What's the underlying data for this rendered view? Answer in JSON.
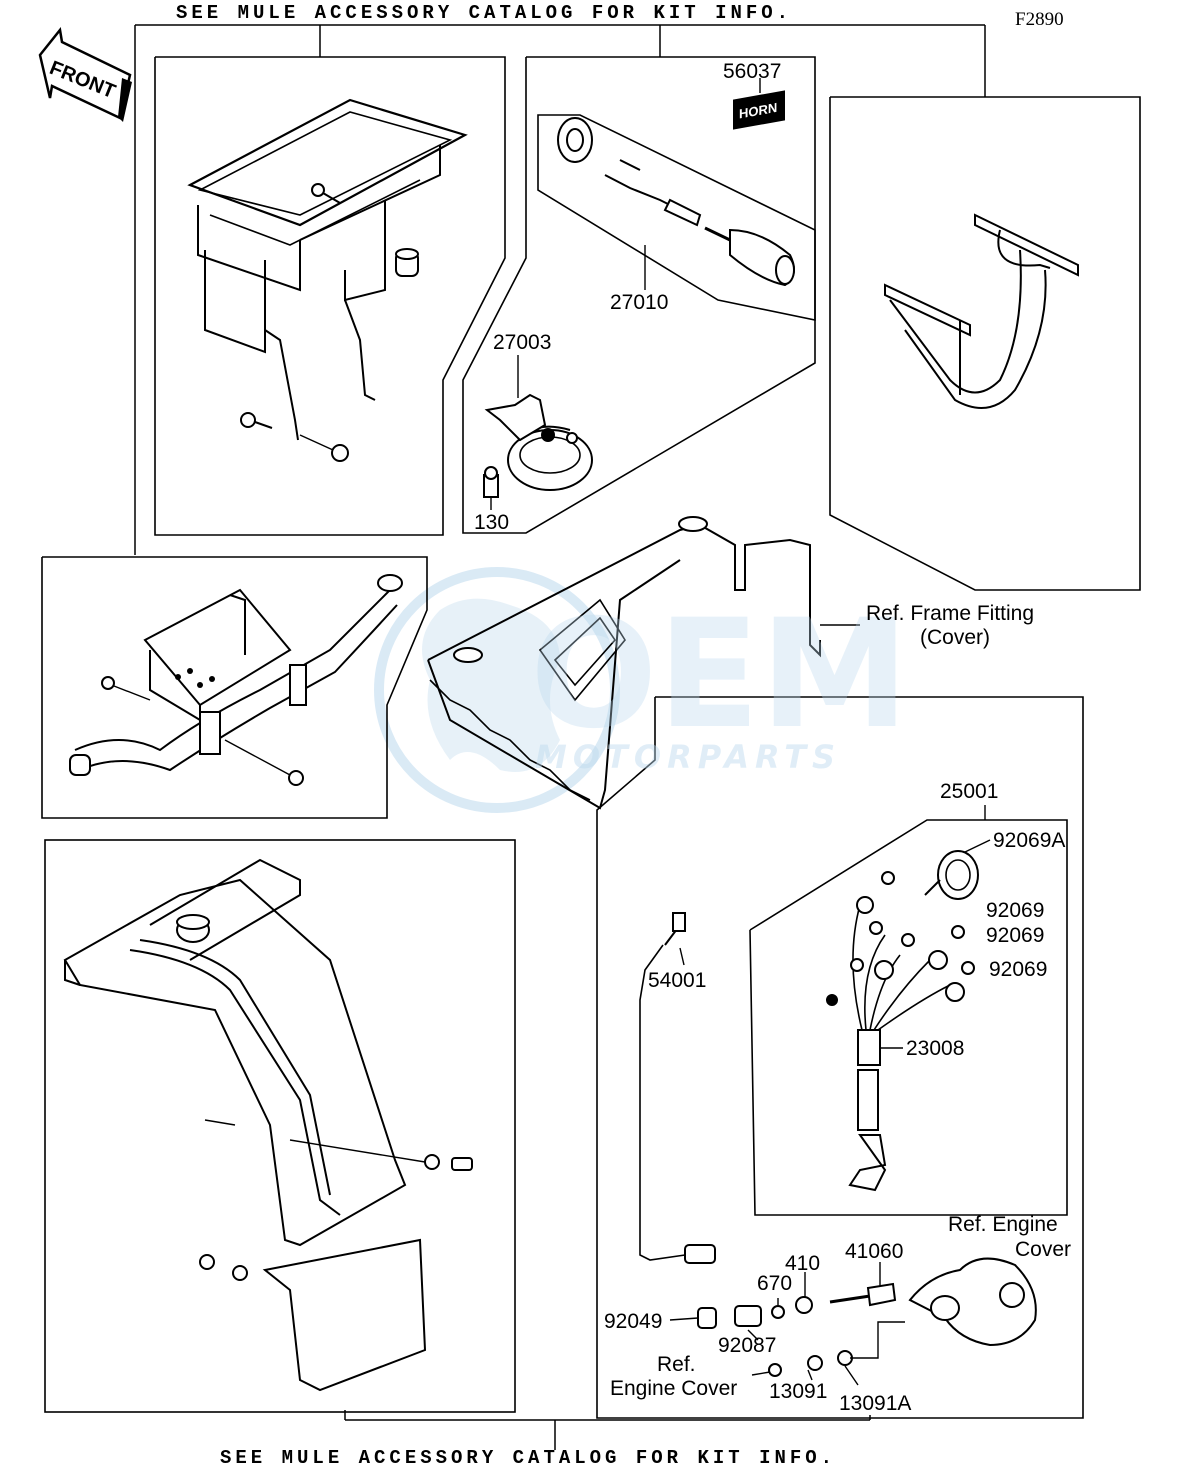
{
  "header_note": "SEE MULE ACCESSORY CATALOG FOR KIT INFO.",
  "footer_note": "SEE MULE ACCESSORY CATALOG FOR KIT INFO.",
  "figure_code": "F2890",
  "front_label": "FRONT",
  "horn_label": "HORN",
  "watermark": {
    "brand": "OEM",
    "sub": "MOTORPARTS",
    "color": "#bcd9ee"
  },
  "parts": {
    "p56037": "56037",
    "p27010": "27010",
    "p27003": "27003",
    "p130": "130",
    "p25001": "25001",
    "p92069A": "92069A",
    "p92069_1": "92069",
    "p92069_2": "92069",
    "p92069_3": "92069",
    "p54001": "54001",
    "p23008": "23008",
    "p410": "410",
    "p41060": "41060",
    "p670": "670",
    "p92049": "92049",
    "p92087": "92087",
    "p13091": "13091",
    "p13091A": "13091A"
  },
  "refs": {
    "frame_fitting_1": "Ref. Frame Fitting",
    "frame_fitting_2": "(Cover)",
    "engine_cover_top_1": "Ref. Engine",
    "engine_cover_top_2": "Cover",
    "engine_cover_bottom_1": "Ref.",
    "engine_cover_bottom_2": "Engine Cover"
  }
}
